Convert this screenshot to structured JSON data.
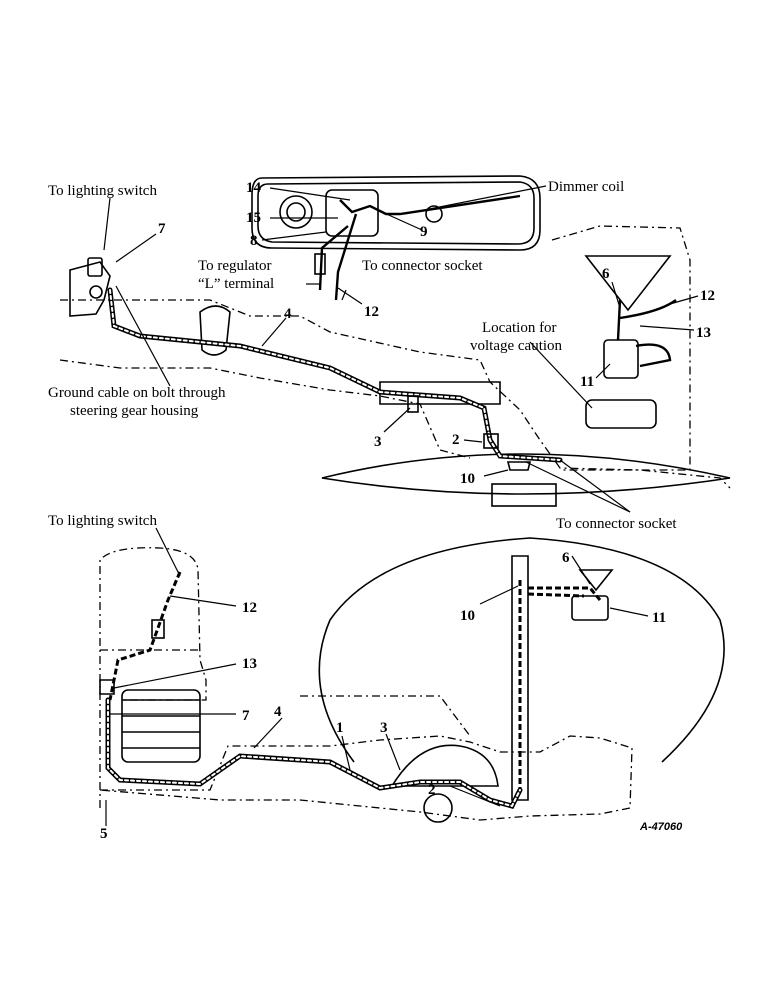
{
  "figure_code": "A-47060",
  "top_view": {
    "labels": {
      "to_lighting_switch": "To lighting switch",
      "dimmer_coil": "Dimmer coil",
      "to_regulator_1": "To regulator",
      "to_regulator_2": "“L” terminal",
      "to_connector_socket": "To connector socket",
      "location_1": "Location for",
      "location_2": "voltage caution",
      "ground_1": "Ground cable on bolt through",
      "ground_2": "steering gear housing",
      "to_connector_socket_2": "To connector socket"
    },
    "callouts": [
      "7",
      "14",
      "15",
      "8",
      "9",
      "12",
      "4",
      "6",
      "12",
      "13",
      "11",
      "3",
      "2",
      "10"
    ]
  },
  "bottom_view": {
    "labels": {
      "to_lighting_switch": "To lighting switch"
    },
    "callouts": [
      "12",
      "13",
      "7",
      "4",
      "1",
      "3",
      "2",
      "5",
      "6",
      "10",
      "11"
    ]
  }
}
